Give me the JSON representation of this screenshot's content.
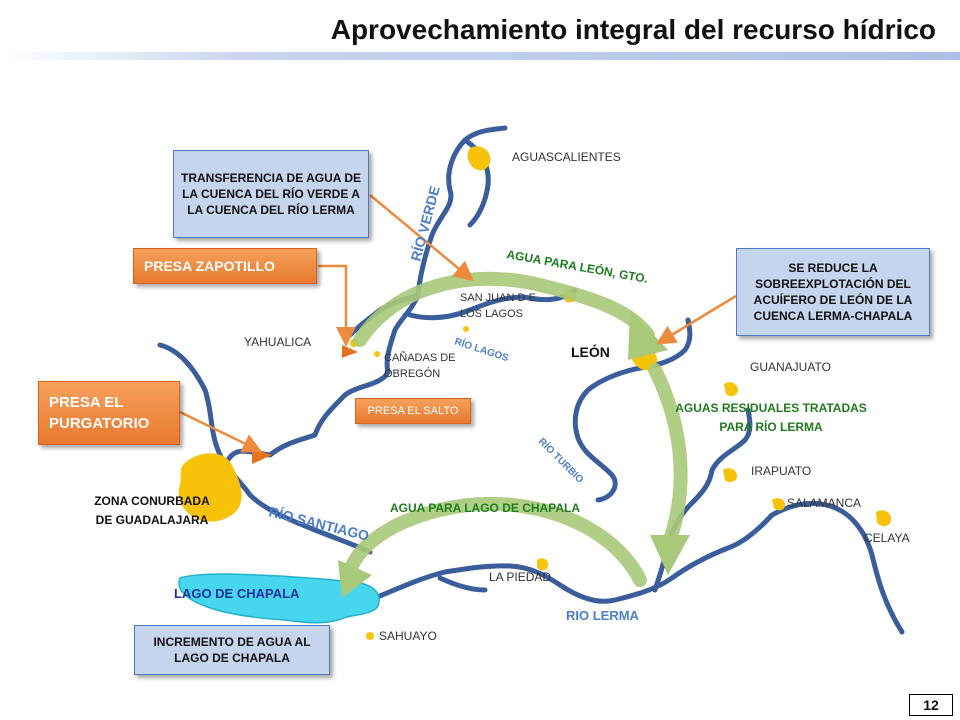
{
  "title": "Aprovechamiento integral del recurso hídrico",
  "page_number": "12",
  "colors": {
    "river": "#3a5d9c",
    "city": "#f7c20a",
    "arrow": "#a9c97a",
    "lake": "#46d7ee",
    "callout_blue_fill": "#c5d5ee",
    "callout_orange_fill": "#ec8a3e",
    "flow_label_green": "#1f7d1f",
    "river_label_blue": "#4d7fc9",
    "dam_marker": "#e4731f"
  },
  "callouts": {
    "transferencia": "TRANSFERENCIA DE AGUA DE LA CUENCA DEL RÍO VERDE A LA CUENCA DEL RÍO LERMA",
    "sobreexplotacion": "SE REDUCE LA SOBREEXPLOTACIÓN DEL ACUÍFERO DE LEÓN DE LA CUENCA LERMA-CHAPALA",
    "incremento": "INCREMENTO DE AGUA AL LAGO DE CHAPALA",
    "presa_zapotillo": "PRESA ZAPOTILLO",
    "presa_purgatorio": "PRESA EL PURGATORIO",
    "presa_salto": "PRESA EL SALTO"
  },
  "cities": {
    "aguascalientes": "AGUASCALIENTES",
    "san_juan": "SAN JUAN D E LOS LAGOS",
    "yahualica": "YAHUALICA",
    "canadas": "CAÑADAS DE OBREGÓN",
    "leon": "LEÓN",
    "guanajuato": "GUANAJUATO",
    "irapuato": "IRAPUATO",
    "salamanca": "SALAMANCA",
    "celaya": "CELAYA",
    "la_piedad": "LA PIEDAD",
    "sahuayo": "SAHUAYO",
    "guadalajara": "ZONA CONURBADA DE GUADALAJARA",
    "chapala": "LAGO DE CHAPALA"
  },
  "rivers": {
    "verde": "RÍO VERDE",
    "lagos": "RÍO LAGOS",
    "turbio": "RÍO TURBIO",
    "santiago": "RÍO SANTIAGO",
    "lerma": "RIO LERMA"
  },
  "flows": {
    "agua_leon": "AGUA  PARA LEÓN, GTO.",
    "residuales": "AGUAS RESIDUALES TRATADAS PARA RÍO LERMA",
    "agua_chapala": "AGUA PARA LAGO DE CHAPALA"
  }
}
